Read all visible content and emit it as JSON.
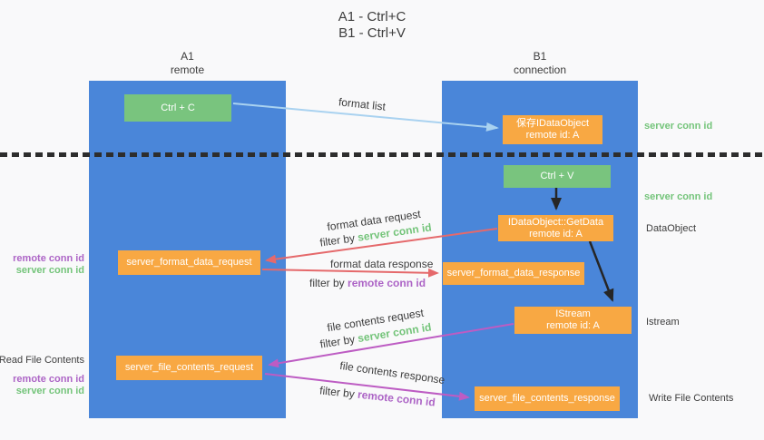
{
  "title": {
    "line1": "A1 - Ctrl+C",
    "line2": "B1 - Ctrl+V"
  },
  "columns": {
    "left": {
      "id": "A1",
      "subtitle": "remote"
    },
    "right": {
      "id": "B1",
      "subtitle": "connection"
    }
  },
  "boxes": {
    "ctrl_c": "Ctrl + C",
    "ctrl_v": "Ctrl + V",
    "save_dataobject_line1": "保存IDataObject",
    "save_dataobject_line2": "remote id: A",
    "getdata_line1": "IDataObject::GetData",
    "getdata_line2": "remote id: A",
    "istream_line1": "IStream",
    "istream_line2": "remote id: A",
    "format_request": "server_format_data_request",
    "format_response": "server_format_data_response",
    "file_request": "server_file_contents_request",
    "file_response": "server_file_contents_response"
  },
  "arrow_labels": {
    "format_list": "format list",
    "format_data_request": "format data request",
    "format_data_response": "format data response",
    "file_contents_request": "file contents request",
    "file_contents_response": "file contents response",
    "filter_by": "filter by",
    "server_conn_id": "server conn id",
    "remote_conn_id": "remote conn id"
  },
  "side_labels": {
    "right_server_conn_top": "server conn id",
    "right_server_conn_mid": "server conn id",
    "dataobject": "DataObject",
    "istream": "Istream",
    "write_file_contents": "Write File Contents",
    "left_remote_conn_1": "remote conn id",
    "left_server_conn_1": "server conn id",
    "read_file_contents": "Read File Contents",
    "left_remote_conn_2": "remote conn id",
    "left_server_conn_2": "server conn id"
  },
  "colors": {
    "column_blue": "#4a86d9",
    "box_green": "#79c47e",
    "box_orange": "#f8a843",
    "label_green": "#74c47a",
    "label_purple": "#ad65c6",
    "arrow_red": "#e5696b",
    "arrow_purple": "#bd5cc3",
    "arrow_blue": "#a9d2f0",
    "arrow_black": "#262626",
    "text_dark": "#3d3d3d"
  }
}
